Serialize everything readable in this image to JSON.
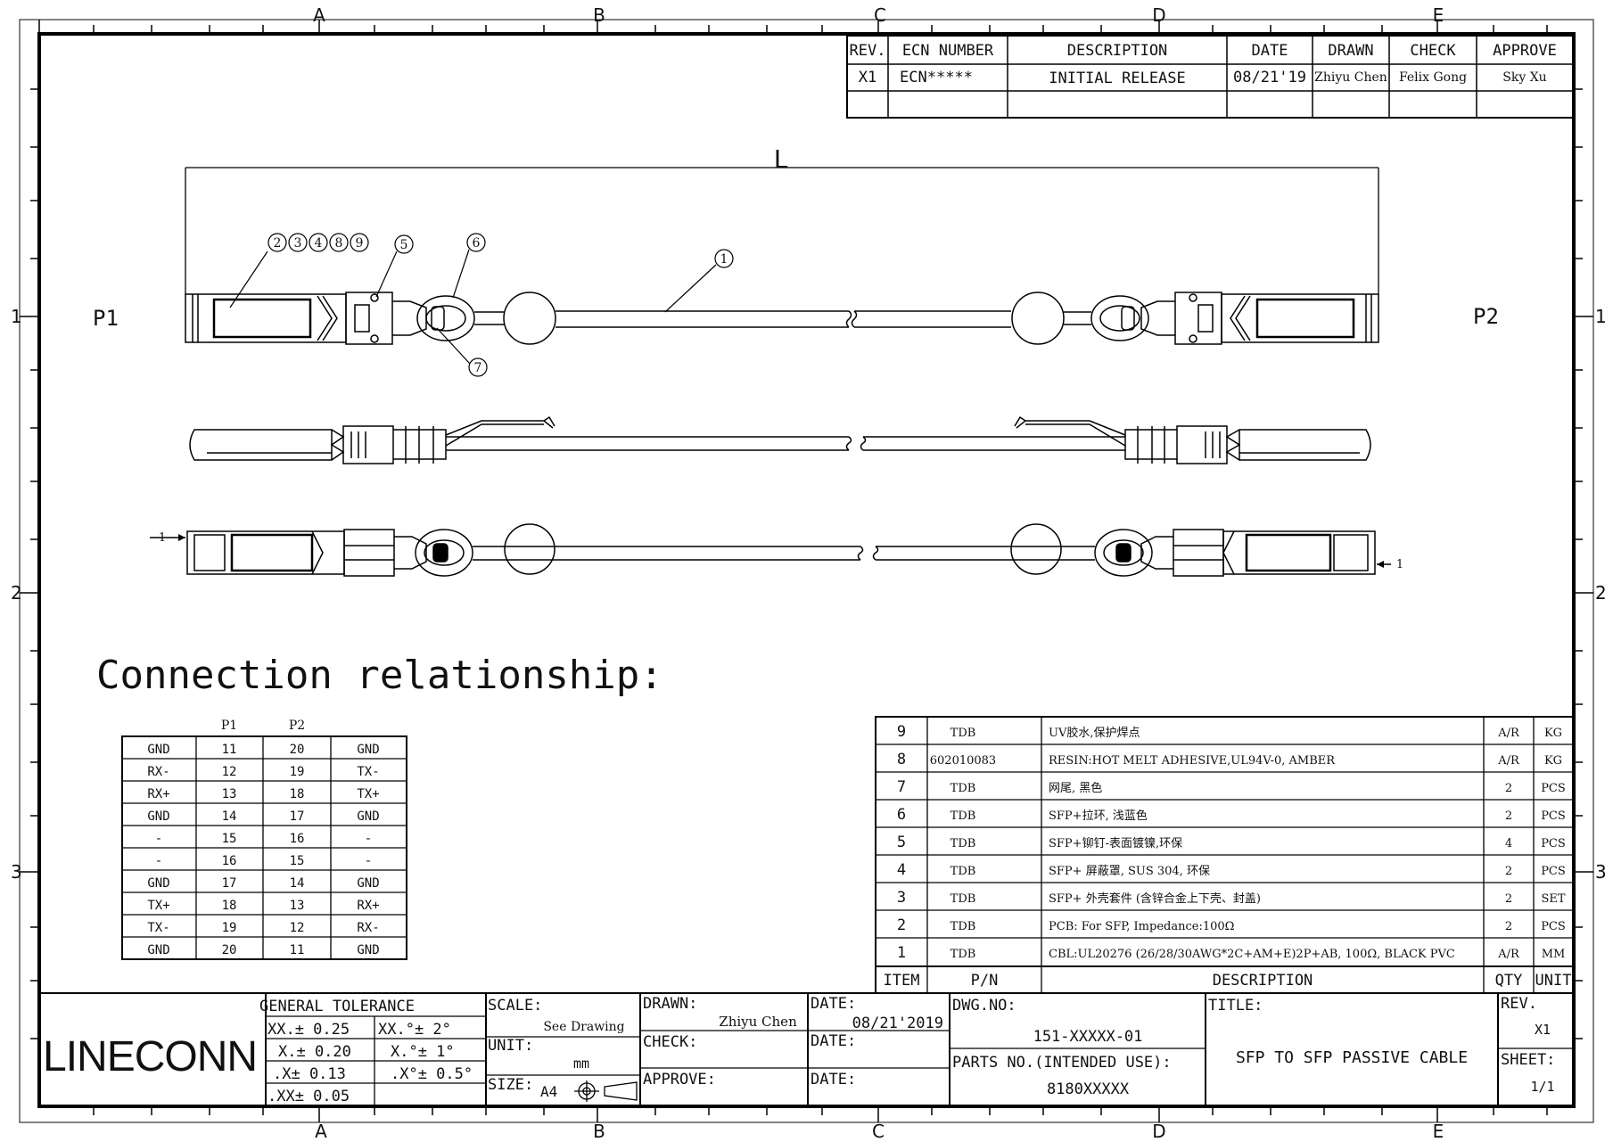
{
  "zones": {
    "columns": [
      "A",
      "B",
      "C",
      "D",
      "E"
    ],
    "rows": [
      "1",
      "2",
      "3"
    ]
  },
  "revision_table": {
    "headers": [
      "REV.",
      "ECN NUMBER",
      "DESCRIPTION",
      "DATE",
      "DRAWN",
      "CHECK",
      "APPROVE"
    ],
    "rows": [
      [
        "X1",
        "ECN*****",
        "INITIAL RELEASE",
        "08/21'19",
        "Zhiyu Chen",
        "Felix Gong",
        "Sky Xu"
      ]
    ]
  },
  "drawing": {
    "length_label": "L",
    "end_left": "P1",
    "end_right": "P2",
    "balloons": [
      "2",
      "3",
      "4",
      "8",
      "9",
      "5",
      "6",
      "1",
      "7"
    ],
    "pin_marker": "1"
  },
  "connection": {
    "title": "Connection relationship:",
    "headers": [
      "",
      "P1",
      "P2",
      ""
    ],
    "rows": [
      [
        "GND",
        "11",
        "20",
        "GND"
      ],
      [
        "RX-",
        "12",
        "19",
        "TX-"
      ],
      [
        "RX+",
        "13",
        "18",
        "TX+"
      ],
      [
        "GND",
        "14",
        "17",
        "GND"
      ],
      [
        "-",
        "15",
        "16",
        "-"
      ],
      [
        "-",
        "16",
        "15",
        "-"
      ],
      [
        "GND",
        "17",
        "14",
        "GND"
      ],
      [
        "TX+",
        "18",
        "13",
        "RX+"
      ],
      [
        "TX-",
        "19",
        "12",
        "RX-"
      ],
      [
        "GND",
        "20",
        "11",
        "GND"
      ]
    ]
  },
  "bom": {
    "rows": [
      {
        "item": "9",
        "pn": "TDB",
        "desc": "UV胶水,保护焊点",
        "qty": "A/R",
        "unit": "KG"
      },
      {
        "item": "8",
        "pn": "602010083",
        "desc": "RESIN:HOT MELT ADHESIVE,UL94V-0, AMBER",
        "qty": "A/R",
        "unit": "KG"
      },
      {
        "item": "7",
        "pn": "TDB",
        "desc": "网尾, 黑色",
        "qty": "2",
        "unit": "PCS"
      },
      {
        "item": "6",
        "pn": "TDB",
        "desc": "SFP+拉环, 浅蓝色",
        "qty": "2",
        "unit": "PCS"
      },
      {
        "item": "5",
        "pn": "TDB",
        "desc": "SFP+铆钉-表面镀镍,环保",
        "qty": "4",
        "unit": "PCS"
      },
      {
        "item": "4",
        "pn": "TDB",
        "desc": "SFP+ 屏蔽罩, SUS 304, 环保",
        "qty": "2",
        "unit": "PCS"
      },
      {
        "item": "3",
        "pn": "TDB",
        "desc": "SFP+ 外壳套件 (含锌合金上下壳、封盖)",
        "qty": "2",
        "unit": "SET"
      },
      {
        "item": "2",
        "pn": "TDB",
        "desc": "PCB: For SFP, Impedance:100Ω",
        "qty": "2",
        "unit": "PCS"
      },
      {
        "item": "1",
        "pn": "TDB",
        "desc": "CBL:UL20276 (26/28/30AWG*2C+AM+E)2P+AB, 100Ω, BLACK PVC",
        "qty": "A/R",
        "unit": "MM"
      }
    ],
    "footer": {
      "item": "ITEM",
      "pn": "P/N",
      "desc": "DESCRIPTION",
      "qty": "QTY",
      "unit": "UNIT"
    }
  },
  "title_block": {
    "company": "LINECONN",
    "tolerance_title": "GENERAL TOLERANCE",
    "tolerances": [
      [
        "XX.± 0.25",
        "XX.°± 2°"
      ],
      [
        "X.± 0.20",
        "X.°± 1°"
      ],
      [
        ".X± 0.13",
        ".X°± 0.5°"
      ],
      [
        ".XX± 0.05",
        ""
      ]
    ],
    "scale_label": "SCALE:",
    "scale_value": "See Drawing",
    "unit_label": "UNIT:",
    "unit_value": "mm",
    "size_label": "SIZE:",
    "size_value": "A4",
    "drawn_label": "DRAWN:",
    "drawn_value": "Zhiyu Chen",
    "check_label": "CHECK:",
    "approve_label": "APPROVE:",
    "date_label": "DATE:",
    "date_value": "08/21'2019",
    "dwg_label": "DWG.NO:",
    "dwg_value": "151-XXXXX-01",
    "parts_label": "PARTS NO.(INTENDED USE):",
    "parts_value": "8180XXXXX",
    "title_label": "TITLE:",
    "title_value": "SFP TO SFP PASSIVE CABLE",
    "rev_label": "REV.",
    "rev_value": "X1",
    "sheet_label": "SHEET:",
    "sheet_value": "1/1"
  }
}
